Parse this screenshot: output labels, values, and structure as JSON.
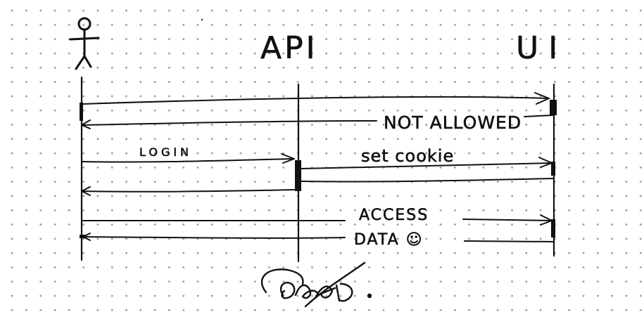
{
  "participants": {
    "api": "API",
    "ui": "UI"
  },
  "messages": {
    "not_allowed": "NOT ALLOWED",
    "login": "LOGIN",
    "set_cookie": "set cookie",
    "access": "ACCESS",
    "data": "DATA ☺"
  },
  "signature": "Q&A."
}
